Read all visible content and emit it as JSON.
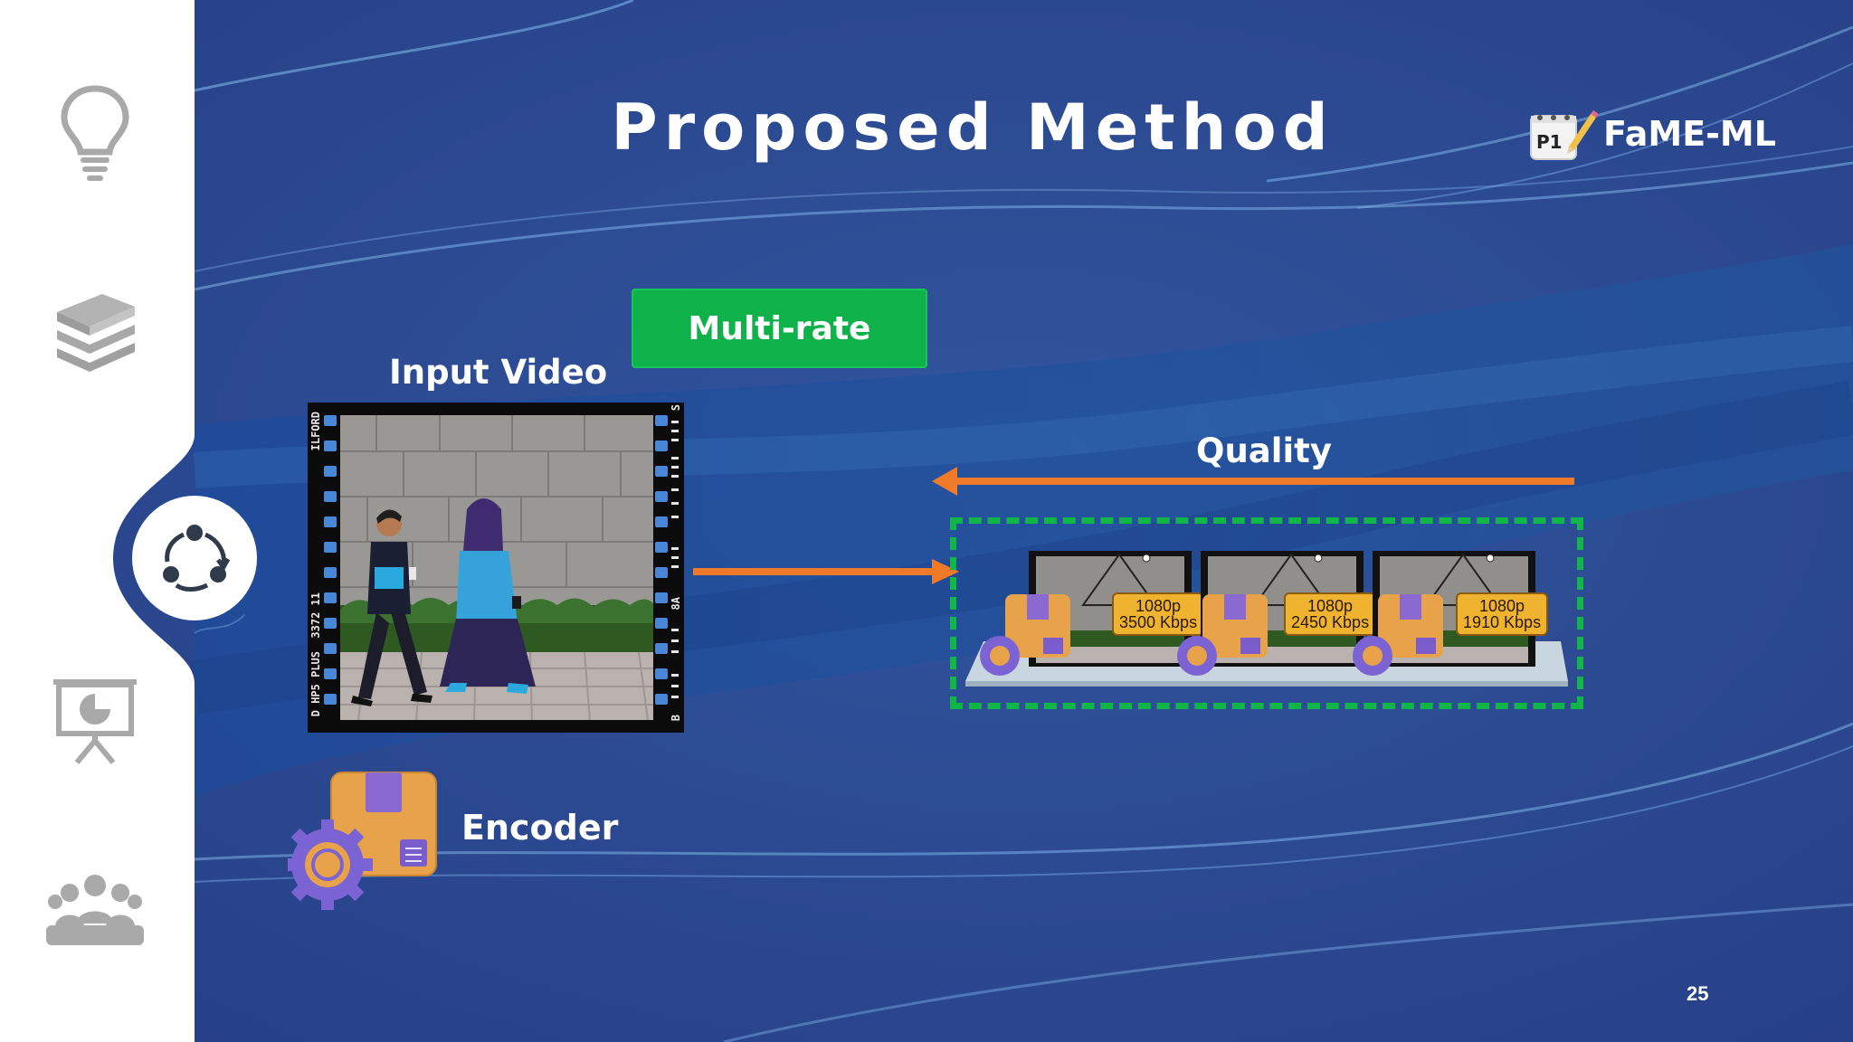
{
  "slide": {
    "title": "Proposed Method",
    "logo_badge": "P1",
    "logo_text": "FaME-ML",
    "page_number": "25"
  },
  "sidebar": {
    "items": [
      {
        "name": "lightbulb-icon",
        "active": false
      },
      {
        "name": "books-icon",
        "active": false
      },
      {
        "name": "cycle-icon",
        "active": true
      },
      {
        "name": "presentation-chart-icon",
        "active": false
      },
      {
        "name": "team-icon",
        "active": false
      }
    ]
  },
  "labels": {
    "input_video": "Input Video",
    "multi_rate": "Multi-rate",
    "quality": "Quality",
    "encoder": "Encoder"
  },
  "film": {
    "left_text_top": "ILFORD",
    "left_text_mid": "3372 11",
    "left_text_bottom": "D HP5 PLUS",
    "right_text_top": "S",
    "right_text_mid": "8A",
    "right_text_bottom": "B"
  },
  "renditions": [
    {
      "resolution": "1080p",
      "bitrate": "3500 Kbps"
    },
    {
      "resolution": "1080p",
      "bitrate": "2450 Kbps"
    },
    {
      "resolution": "1080p",
      "bitrate": "1910 Kbps"
    }
  ],
  "colors": {
    "background": "#2c4a92",
    "accent_green": "#0fb14a",
    "arrow_orange": "#ee7a2a",
    "tag_yellow": "#f0b330",
    "sidebar": "#ffffff"
  }
}
